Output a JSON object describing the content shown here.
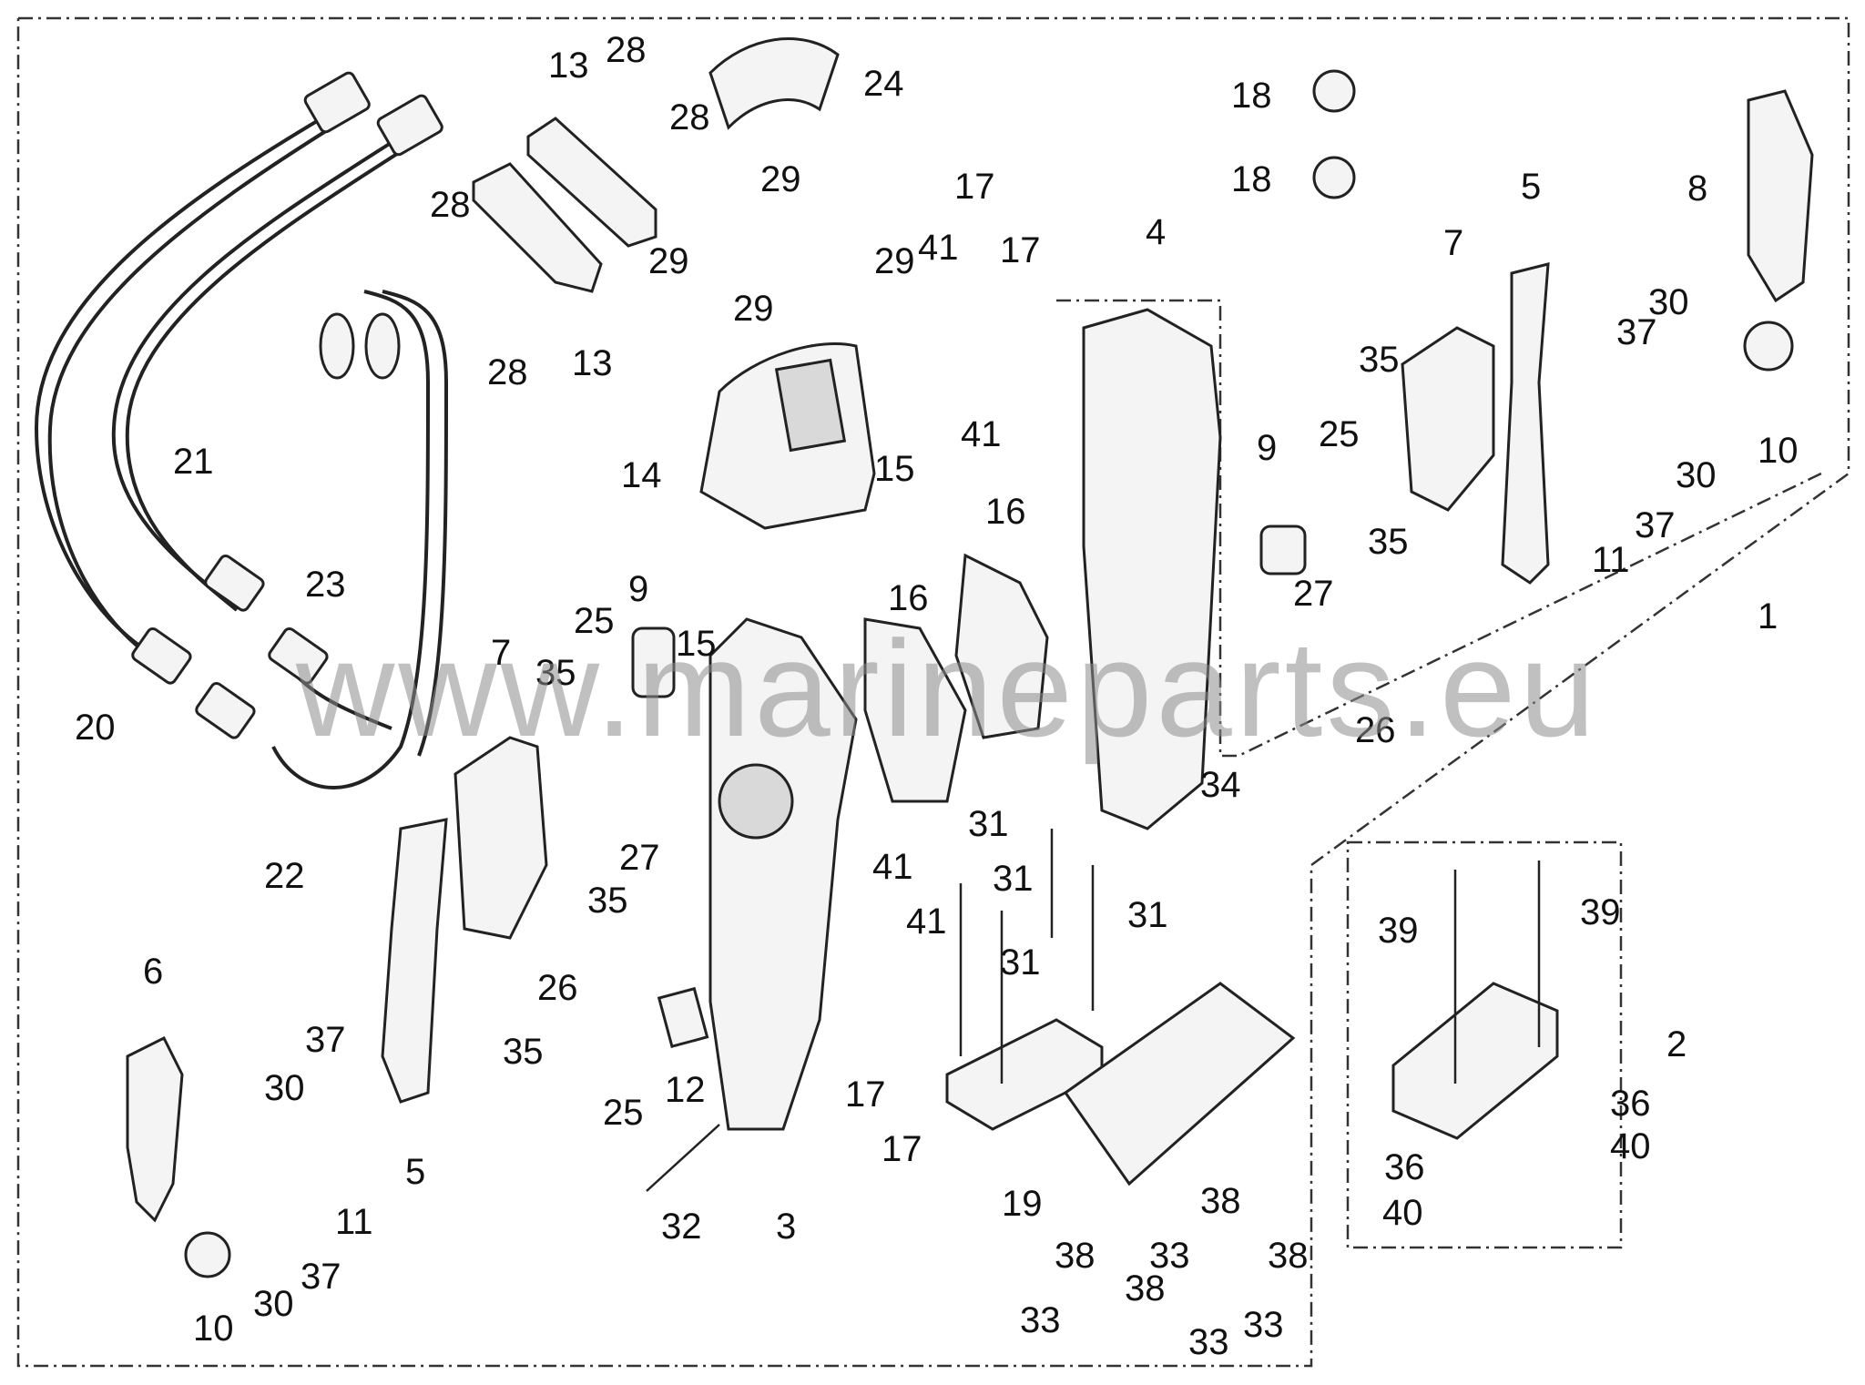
{
  "watermark": "www.marineparts.eu",
  "callouts": [
    "1",
    "2",
    "3",
    "4",
    "5",
    "5",
    "6",
    "7",
    "7",
    "8",
    "9",
    "9",
    "10",
    "10",
    "11",
    "11",
    "12",
    "13",
    "13",
    "14",
    "15",
    "15",
    "16",
    "16",
    "17",
    "17",
    "17",
    "17",
    "18",
    "18",
    "19",
    "20",
    "21",
    "22",
    "23",
    "24",
    "25",
    "25",
    "25",
    "26",
    "26",
    "27",
    "27",
    "28",
    "28",
    "28",
    "28",
    "29",
    "29",
    "29",
    "29",
    "30",
    "30",
    "30",
    "30",
    "31",
    "31",
    "31",
    "31",
    "32",
    "33",
    "33",
    "33",
    "33",
    "34",
    "35",
    "35",
    "35",
    "35",
    "35",
    "36",
    "36",
    "37",
    "37",
    "37",
    "37",
    "38",
    "38",
    "38",
    "38",
    "39",
    "39",
    "40",
    "40",
    "41",
    "41",
    "41",
    "41"
  ]
}
